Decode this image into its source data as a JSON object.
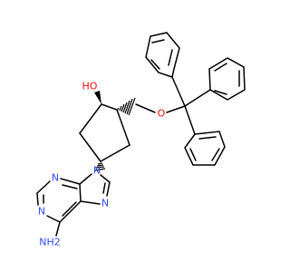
{
  "molecule": {
    "atoms": {
      "hydroxyl": "HO",
      "ether_oxygen": "O",
      "purine_n9": "N",
      "purine_n7": "N",
      "purine_n3": "N",
      "purine_n1": "N",
      "amine": "NH2"
    },
    "colors": {
      "bond": "#000000",
      "oxygen": "#ff0d0d",
      "nitrogen": "#3050f8"
    }
  }
}
